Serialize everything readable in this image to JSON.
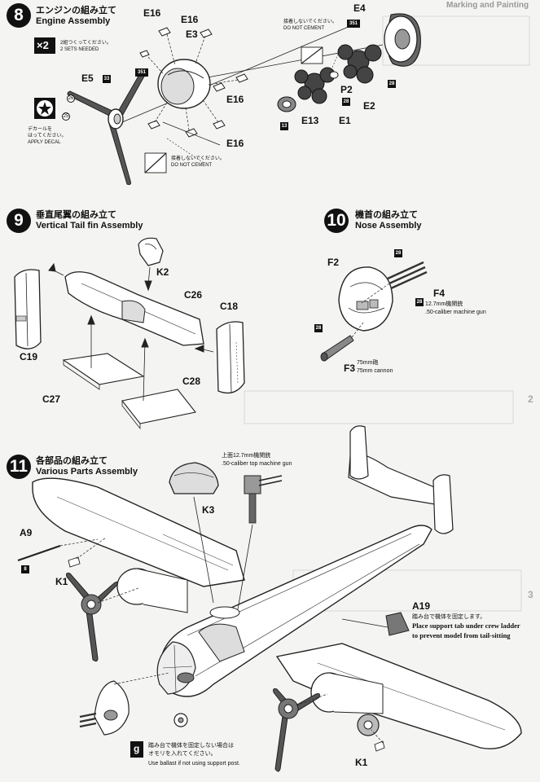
{
  "step8": {
    "number": "8",
    "title_jp": "エンジンの組み立て",
    "title_en": "Engine Assembly",
    "x2_label": "×2",
    "sets_jp": "2組つくってください。",
    "sets_en": "2 SETS NEEDED",
    "decal_jp1": "デカールを",
    "decal_jp2": "はってください。",
    "decal_en": "APPLY DECAL",
    "no_cement_jp": "接着しないでください。",
    "no_cement_en": "DO NOT CEMENT",
    "labels": {
      "E16a": "E16",
      "E16b": "E16",
      "E3": "E3",
      "E16c": "E16",
      "E16d": "E16",
      "E5": "E5",
      "E4": "E4",
      "P2": "P2",
      "E2": "E2",
      "E13": "E13",
      "E1": "E1"
    },
    "paint": {
      "p33": "33",
      "p26": "26",
      "p25": "25",
      "p351a": "351",
      "p351b": "351",
      "p28a": "28",
      "p28b": "28",
      "p13": "13"
    }
  },
  "step9": {
    "number": "9",
    "title_jp": "垂直尾翼の組み立て",
    "title_en": "Vertical Tail fin Assembly",
    "labels": {
      "K2": "K2",
      "C26": "C26",
      "C18": "C18",
      "C19": "C19",
      "C27": "C27",
      "C28": "C28"
    }
  },
  "step10": {
    "number": "10",
    "title_jp": "機首の組み立て",
    "title_en": "Nose Assembly",
    "labels": {
      "F2": "F2",
      "F4": "F4",
      "F3": "F3"
    },
    "mg_jp": "12.7mm機関銃",
    "mg_en": ".50-caliber machine gun",
    "cannon_jp": "75mm砲",
    "cannon_en": "75mm cannon",
    "paint": {
      "p28a": "28",
      "p28b": "28",
      "p28c": "28"
    }
  },
  "step11": {
    "number": "11",
    "title_jp": "各部品の組み立て",
    "title_en": "Various Parts Assembly",
    "top_mg_jp": "上面12.7mm機関銃",
    "top_mg_en": ".50-caliber top machine  gun",
    "labels": {
      "K3": "K3",
      "A9": "A9",
      "K1a": "K1",
      "K1b": "K1",
      "A19": "A19"
    },
    "paint": {
      "p8": "8"
    },
    "support_jp": "踏み台で機体を固定します。",
    "support_en1": "Place support tab under crew ladder",
    "support_en2": "to prevent model from tail-sitting",
    "ballast_jp1": "踏み台で機体を固定しない場合は",
    "ballast_jp2": "オモリを入れてください。",
    "ballast_en": "Use ballast if not using support post.",
    "ballast_icon": "g"
  },
  "margin": {
    "top_right": "Marking and Painting",
    "side_2": "2",
    "side_3": "3"
  }
}
